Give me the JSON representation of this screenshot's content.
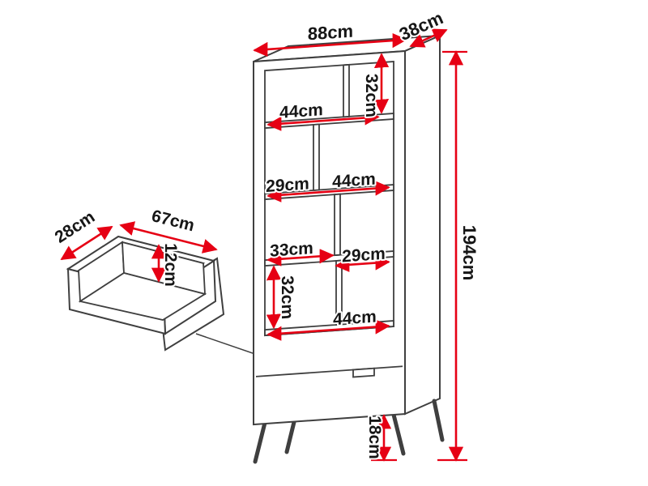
{
  "figure": {
    "type": "furniture-dimension-diagram",
    "subject": "bookcase with drawer",
    "colors": {
      "dimension_line": "#e60014",
      "outline": "#3f3f3f",
      "background": "#ffffff"
    },
    "cabinet": {
      "width": "88cm",
      "depth": "38cm",
      "height": "194cm",
      "leg_height": "18cm",
      "sections": [
        {
          "height": "32cm",
          "width": "44cm"
        },
        {
          "height": "29cm",
          "width": "44cm"
        },
        {
          "height": "33cm",
          "width": "29cm"
        },
        {
          "height": "32cm",
          "width": "44cm"
        }
      ]
    },
    "drawer": {
      "depth": "28cm",
      "width": "67cm",
      "height": "12cm"
    }
  }
}
